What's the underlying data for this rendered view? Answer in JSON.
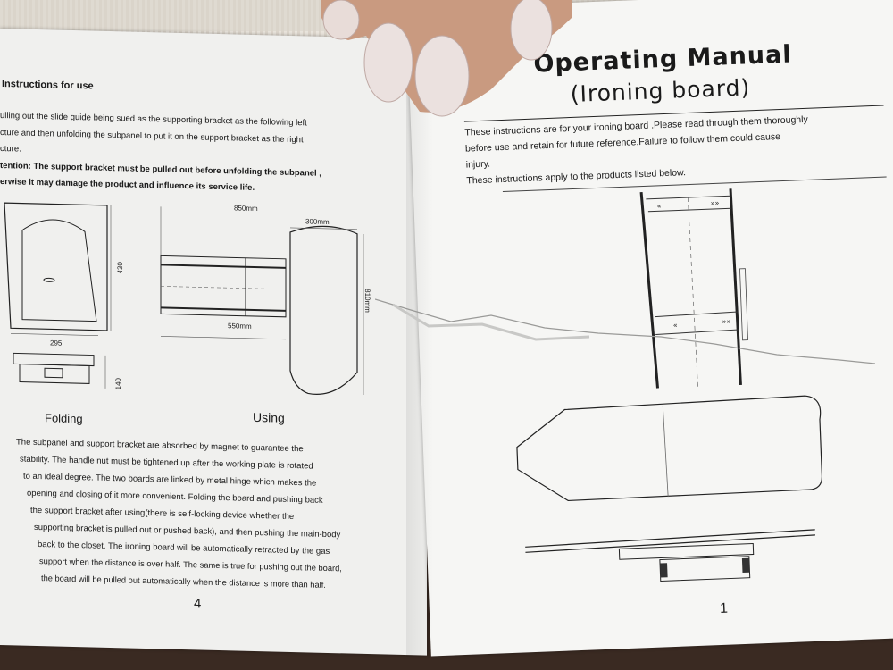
{
  "left_page": {
    "heading": "Instructions for use",
    "lines": [
      "ulling out the slide guide being sued as the supporting bracket as the following left",
      "cture and then unfolding the subpanel to put it on the support bracket as the right",
      "cture."
    ],
    "caution_lines": [
      "tention: The support bracket must be pulled out before unfolding the subpanel ,",
      "erwise it may damage the product and influence its service life."
    ],
    "folding_label": "Folding",
    "using_label": "Using",
    "dims": {
      "d295": "295",
      "d430": "430",
      "d140": "140",
      "d850": "850mm",
      "d300": "300mm",
      "d550": "550mm",
      "d810": "810mm"
    },
    "body_lines": [
      "The subpanel and support bracket are absorbed by magnet to guarantee the",
      "stability. The handle nut must be tightened up after the working plate is rotated",
      "to an ideal degree. The two boards are linked by metal hinge which makes the",
      "opening and closing of it more convenient. Folding the board and pushing back",
      "the support bracket after using(there is self-locking device whether the",
      "supporting bracket is pulled out or pushed back), and then pushing the main-body",
      "back to the closet. The ironing board will be automatically retracted by the gas",
      "support when the distance is over half. The same is true for pushing out the board,",
      "the board will be pulled out automatically when the distance is more than half."
    ],
    "page_number": "4"
  },
  "right_page": {
    "title": "Operating Manual",
    "subtitle": "(Ironing board)",
    "intro_lines": [
      "These instructions are for your ironing board .Please read through them thoroughly",
      "before use and retain for future reference.Failure to follow them could cause",
      "injury.",
      "These instructions apply to the products listed below."
    ],
    "page_number": "1"
  },
  "colors": {
    "paper": "#f4f4f2",
    "ink": "#1a1a1a",
    "table": "#3a2a22",
    "nail": "#e8dcd8",
    "skin": "#c99a80"
  }
}
